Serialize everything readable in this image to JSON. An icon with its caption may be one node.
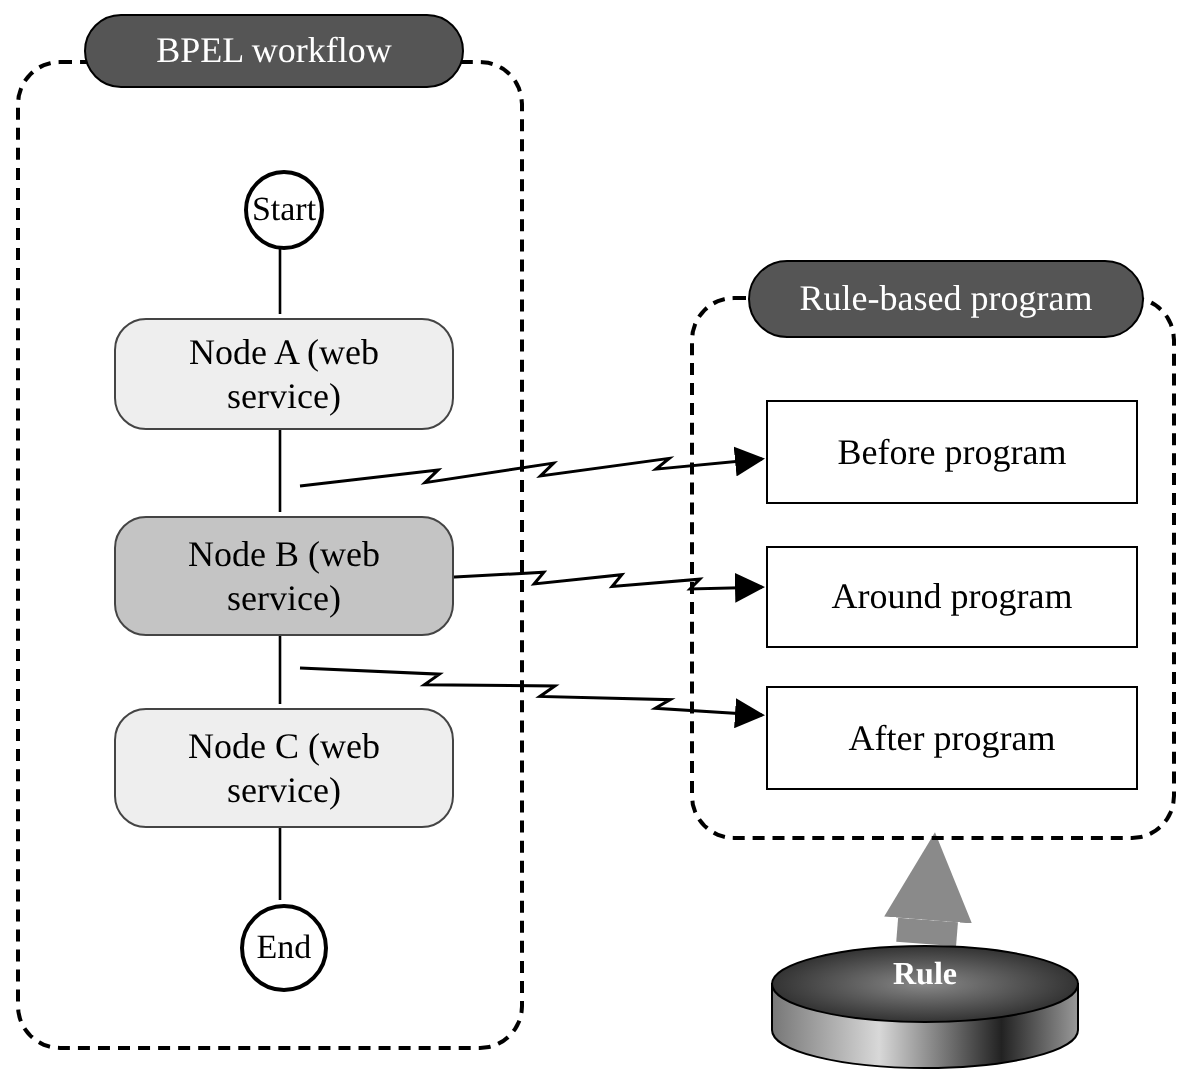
{
  "diagram": {
    "nodes": [
      {
        "text": [
          "BPEL workflow"
        ]
      },
      {
        "text": [
          "Start"
        ],
        "in": 0
      },
      {
        "text": [
          "Node A (web service)"
        ],
        "in": 0
      },
      {
        "text": [
          "Node B (web service)"
        ],
        "in": 0
      },
      {
        "text": [
          "Node C (web service)"
        ],
        "in": 0
      },
      {
        "text": [
          "End"
        ],
        "in": 0
      },
      {
        "text": [
          "Rule-based program"
        ]
      },
      {
        "text": [
          "Before program"
        ],
        "in": 6
      },
      {
        "text": [
          "Around program"
        ],
        "in": 6
      },
      {
        "text": [
          "After program"
        ],
        "in": 6
      },
      {
        "text": [
          "Rule"
        ]
      }
    ],
    "edges": [
      {
        "from": 1,
        "to": 2,
        "arrow": "none"
      },
      {
        "from": 2,
        "to": 3,
        "arrow": "none"
      },
      {
        "from": 3,
        "to": 4,
        "arrow": "none"
      },
      {
        "from": 4,
        "to": 5,
        "arrow": "none"
      },
      {
        "from": null,
        "to": 7,
        "arrow": "to"
      },
      {
        "from": 3,
        "to": 8,
        "arrow": "to"
      },
      {
        "from": null,
        "to": 9,
        "arrow": "to"
      },
      {
        "from": 10,
        "to": 6,
        "arrow": "to",
        "style": "thick",
        "color": "#8a8a8a"
      }
    ]
  }
}
